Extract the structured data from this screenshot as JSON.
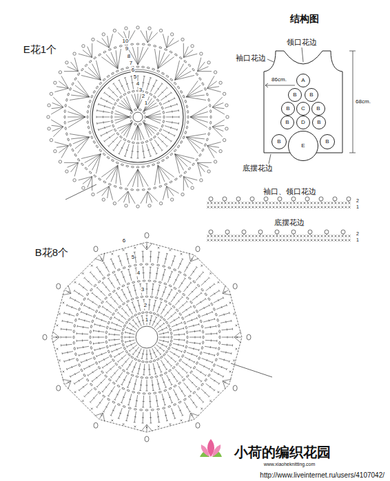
{
  "diagram": {
    "nodes": [
      {
        "text": [
          "A"
        ]
      },
      {
        "text": [
          "B"
        ]
      },
      {
        "text": [
          "B"
        ]
      },
      {
        "text": [
          "B"
        ]
      },
      {
        "text": [
          "C"
        ]
      },
      {
        "text": [
          "B"
        ]
      },
      {
        "text": [
          "B"
        ]
      },
      {
        "text": [
          "D"
        ]
      },
      {
        "text": [
          "B"
        ]
      },
      {
        "text": [
          "B"
        ]
      },
      {
        "text": [
          "E"
        ]
      },
      {
        "text": [
          "B"
        ]
      }
    ],
    "labels": [
      "E花1个",
      "10",
      "9",
      "8",
      "7",
      "6",
      "5",
      "4",
      "3",
      "2",
      "1",
      "结构图",
      "领口花边",
      "袖口花边",
      "86cm.",
      "68cm.",
      "底摆花边",
      "袖口、领口花边",
      "2",
      "1",
      "底摆花边",
      "2",
      "1",
      "B花8个",
      "6",
      "5",
      "4",
      "3",
      "2",
      "1",
      "小荷的编织花园",
      "www.xiaoheknitting.com",
      "http://www.liveinternet.ru/users/4107042/"
    ]
  }
}
